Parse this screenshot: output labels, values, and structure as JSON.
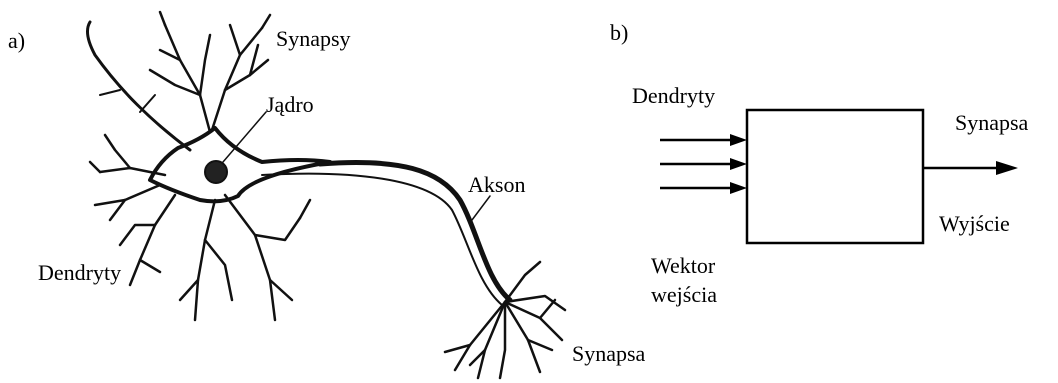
{
  "panel_a": {
    "label": "a)",
    "parts": {
      "synapses_top": "Synapsy",
      "nucleus": "Jądro",
      "axon": "Akson",
      "dendrites": "Dendryty",
      "synapse_bottom": "Synapsa"
    }
  },
  "panel_b": {
    "label": "b)",
    "dendrites": "Dendryty",
    "synapse": "Synapsa",
    "output": "Wyjście",
    "input_vector_line1": "Wektor",
    "input_vector_line2": "wejścia",
    "input_count": 3
  }
}
